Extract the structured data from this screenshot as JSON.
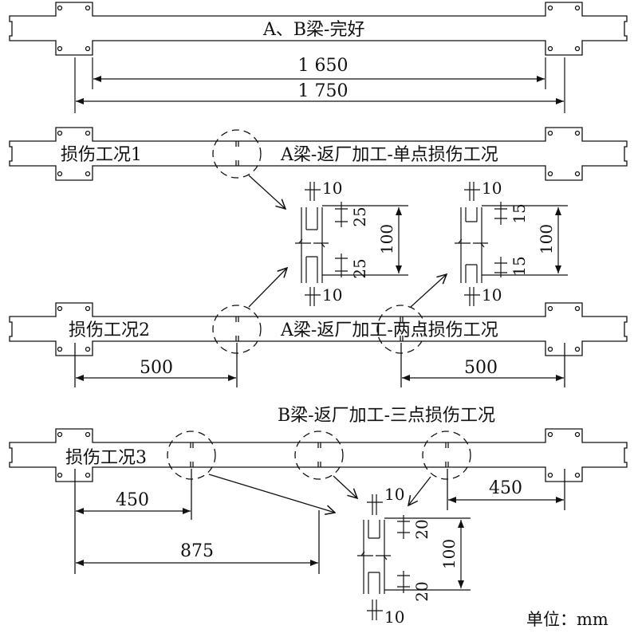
{
  "beam1": {
    "label": "A、B梁-完好",
    "dim_inner": "1 650",
    "dim_outer": "1 750"
  },
  "beam2": {
    "case": "损伤工况1",
    "label": "A梁-返厂加工-单点损伤工况"
  },
  "beam3": {
    "case": "损伤工况2",
    "label": "A梁-返厂加工-两点损伤工况",
    "dim_left": "500",
    "dim_right": "500"
  },
  "beam4": {
    "label": "B梁-返厂加工-三点损伤工况",
    "case": "损伤工况3",
    "dim_left": "450",
    "dim_long": "875",
    "dim_right": "450"
  },
  "detail1": {
    "width": "10",
    "top": "25",
    "height": "100",
    "bottom": "25",
    "width_bottom": "10"
  },
  "detail2": {
    "width": "10",
    "top": "15",
    "height": "100",
    "bottom": "15",
    "width_bottom": "10"
  },
  "detail3": {
    "width": "10",
    "top": "20",
    "height": "100",
    "bottom": "20",
    "width_bottom": "10"
  },
  "unit": "单位：mm"
}
